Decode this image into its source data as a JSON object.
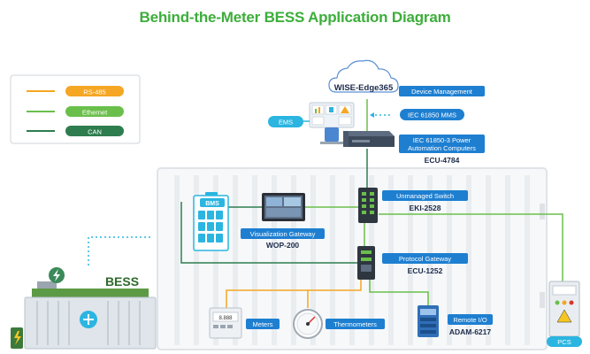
{
  "title": "Behind-the-Meter BESS Application Diagram",
  "legend": [
    {
      "label": "RS-485",
      "color": "#f5a623"
    },
    {
      "label": "Ethernet",
      "color": "#6abf4b"
    },
    {
      "label": "CAN",
      "color": "#2e7d4f"
    }
  ],
  "nodes": {
    "cloud": "WISE-Edge365",
    "device_mgmt": "Device Management",
    "ems": "EMS",
    "iec_mms": "IEC 61850 MMS",
    "iec_power_l1": "IEC 61850-3 Power",
    "iec_power_l2": "Automation Computers",
    "ecu4784": "ECU-4784",
    "switch_label": "Unmanaged Switch",
    "switch_model": "EKI-2528",
    "bms": "BMS",
    "vis_label": "Visualization Gateway",
    "vis_model": "WOP-200",
    "proto_label": "Protocol Gateway",
    "proto_model": "ECU-1252",
    "bess": "BESS",
    "meters": "Meters",
    "thermo": "Thermometers",
    "remote_label": "Remote I/O",
    "remote_model": "ADAM-6217",
    "pcs": "PCS"
  },
  "colors": {
    "title": "#3cae3a",
    "badge": "#1e7fd1",
    "rs485": "#f5a623",
    "ethernet": "#6abf4b",
    "can": "#2e7d4f",
    "cyan": "#2bb5e0"
  }
}
